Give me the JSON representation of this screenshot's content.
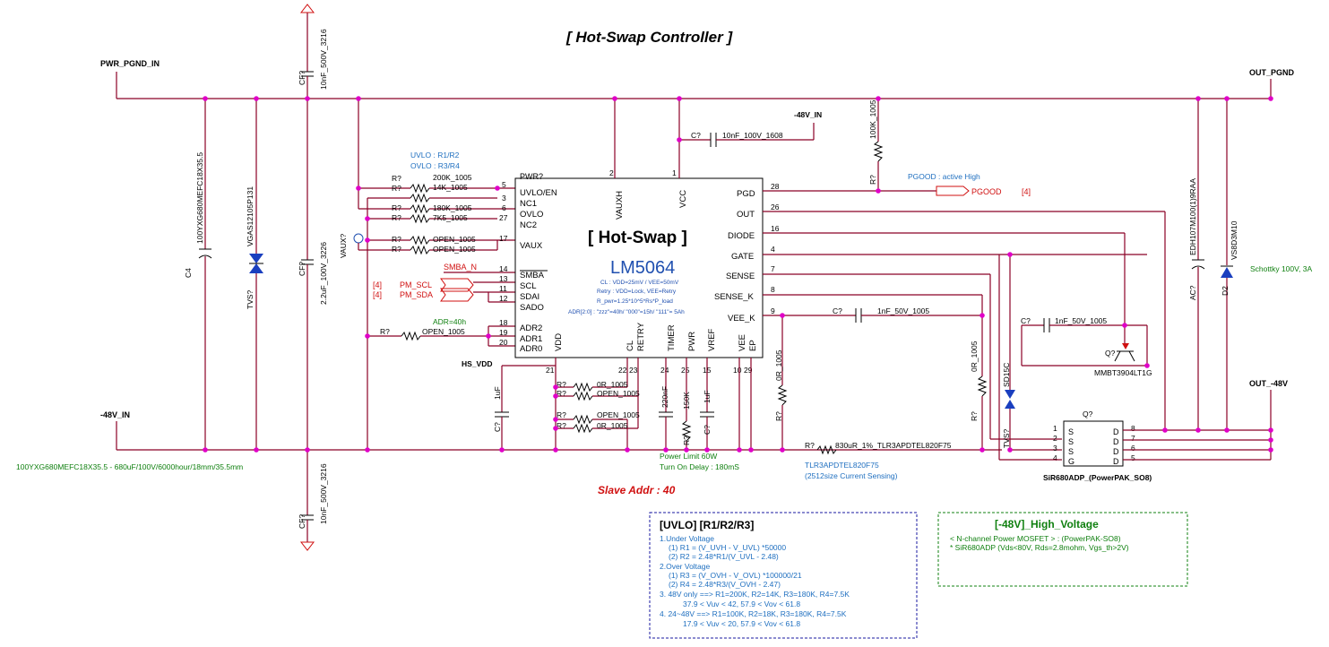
{
  "title": "[ Hot-Swap Controller ]",
  "slave_addr": "Slave Addr : 40",
  "chip": {
    "name": "[ Hot-Swap ]",
    "part": "LM5064",
    "notes": [
      "CL : VDD=25mV / VEE=50mV",
      "Retry : VDD=Lock, VEE=Retry",
      "R_pwr=1.25*10^5*Rs*P_load",
      "ADR[2:0] : \"zzz\"=40h/ \"000\"=15h/ \"111\"= 5Ah"
    ],
    "top_pins": [
      {
        "num": "2",
        "name": "VAUXH"
      },
      {
        "num": "1",
        "name": "VCC"
      }
    ],
    "left_pins": [
      {
        "num": "5",
        "name": "UVLO/EN"
      },
      {
        "num": "3",
        "name": "NC1"
      },
      {
        "num": "6",
        "name": "OVLO"
      },
      {
        "num": "27",
        "name": "NC2"
      },
      {
        "num": "17",
        "name": "VAUX"
      },
      {
        "num": "14",
        "name": "SMBA"
      },
      {
        "num": "13",
        "name": "SCL"
      },
      {
        "num": "11",
        "name": "SDAI"
      },
      {
        "num": "12",
        "name": "SADO"
      },
      {
        "num": "18",
        "name": "ADR2"
      },
      {
        "num": "19",
        "name": "ADR1"
      },
      {
        "num": "20",
        "name": "ADR0"
      }
    ],
    "right_pins": [
      {
        "num": "28",
        "name": "PGD"
      },
      {
        "num": "26",
        "name": "OUT"
      },
      {
        "num": "16",
        "name": "DIODE"
      },
      {
        "num": "4",
        "name": "GATE"
      },
      {
        "num": "7",
        "name": "SENSE"
      },
      {
        "num": "8",
        "name": "SENSE_K"
      },
      {
        "num": "9",
        "name": "VEE_K"
      }
    ],
    "bottom_pins": [
      {
        "num": "21",
        "name": "VDD"
      },
      {
        "num": "22",
        "name": "CL"
      },
      {
        "num": "23",
        "name": "RETRY"
      },
      {
        "num": "24",
        "name": "TIMER"
      },
      {
        "num": "25",
        "name": "PWR"
      },
      {
        "num": "15",
        "name": "VREF"
      },
      {
        "num": "10",
        "name": "VEE"
      },
      {
        "num": "29",
        "name": "EP"
      }
    ]
  },
  "nets": {
    "pwr_pgnd_in": "PWR_PGND_IN",
    "out_pgnd": "OUT_PGND",
    "n48v_in": "-48V_IN",
    "n48v_in_top": "-48V_IN",
    "out_48v": "OUT_-48V",
    "hs_vdd": "HS_VDD",
    "pwr_label": "PWR?",
    "smba_n": "SMBA_N",
    "pm_scl": "PM_SCL",
    "pm_sda": "PM_SDA",
    "pgood": "PGOOD",
    "ref4": "[4]",
    "pgood_note": "PGOOD : active High",
    "vaux": "VAUX?"
  },
  "components": {
    "uvlo_note": "UVLO : R1/R2",
    "ovlo_note": "OVLO : R3/R4",
    "r_ref": "R?",
    "c_ref": "C?",
    "r200k": "200K_1005",
    "r14k": "14K_1005",
    "r180k": "180K_1005",
    "r7k5": "7K5_1005",
    "open": "OPEN_1005",
    "r0r": "0R_1005",
    "r100k": "100K_1005",
    "adr_note": "ADR=40h",
    "c_vcc": "10nF_100V_1608",
    "c_1nf": "1nF_50V_1005",
    "c_1uf": "1uF",
    "c_timer": "220nF",
    "r_pwr": "150K",
    "cf_top": "10nF_500V_3216",
    "cf_mid": "2.2uF_100V_3226",
    "cf_bot": "10nF_500V_3216",
    "cf_ref": "CF?",
    "c4_ref": "C4",
    "c4_val": "100YXG680MEFC18X35.5",
    "tvs_ref": "TVS?",
    "tvs_val": "VGAS12105P131",
    "sd15c": "SD15C",
    "ac_ref": "AC?",
    "ac_val": "EDH107M100(1)9RAA",
    "d2_ref": "D2",
    "d2_val": "VS8D3M10",
    "schottky": "Schottky 100V, 3A",
    "q_ref": "Q?",
    "q_bjt": "MMBT3904LT1G",
    "q_mos": "SiR680ADP_(PowerPAK_SO8)",
    "rsense": "830uR_1%_TLR3APDTEL820F75",
    "rsense_part": "TLR3APDTEL820F75",
    "rsense_note": "(2512size Current Sensing)",
    "power_limit": "Power Limit 60W",
    "turn_on": "Turn On Delay : 180mS",
    "cap_note": "100YXG680MEFC18X35.5 - 680uF/100V/6000hour/18mm/35.5mm"
  },
  "uvlo_box": {
    "title": "[UVLO] [R1/R2/R3]",
    "lines": [
      "1.Under Voltage",
      "(1)  R1 = (V_UVH - V_UVL) *50000",
      "(2)  R2 = 2.48*R1/(V_UVL - 2.48)",
      "2.Over Voltage",
      "(1)  R3 = (V_OVH - V_OVL) *100000/21",
      "(2)  R4 = 2.48*R3/(V_OVH - 2.47)",
      "3. 48V only ==> R1=200K, R2=14K, R3=180K, R4=7.5K",
      "37.9 < Vuv < 42, 57.9 < Vov < 61.8",
      "4. 24~48V ==> R1=100K, R2=18K, R3=180K, R4=7.5K",
      "17.9 < Vuv < 20, 57.9 < Vov < 61.8"
    ]
  },
  "hv_box": {
    "title": "[-48V]_High_Voltage",
    "lines": [
      "< N-channel Power MOSFET > : (PowerPAK-SO8)",
      "* SiR680ADP (Vds<80V, Rds=2.8mohm, Vgs_th>2V)"
    ]
  },
  "mosfet_pins": {
    "left": [
      "1 S",
      "2 S",
      "3 S",
      "4 G"
    ],
    "right": [
      "D 8",
      "D 7",
      "D 6",
      "D 5"
    ]
  }
}
